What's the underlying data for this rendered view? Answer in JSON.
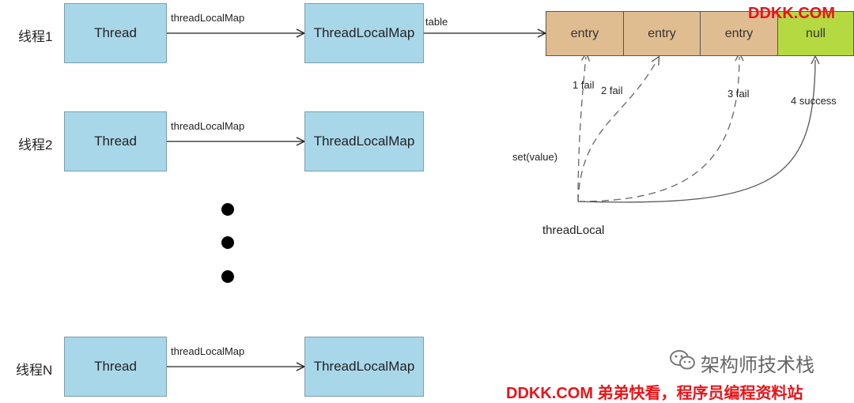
{
  "rows": [
    {
      "label": "线程1",
      "thread": "Thread",
      "edge": "threadLocalMap",
      "map": "ThreadLocalMap"
    },
    {
      "label": "线程2",
      "thread": "Thread",
      "edge": "threadLocalMap",
      "map": "ThreadLocalMap"
    },
    {
      "label": "线程N",
      "thread": "Thread",
      "edge": "threadLocalMap",
      "map": "ThreadLocalMap"
    }
  ],
  "table_label": "table",
  "table_cells": [
    "entry",
    "entry",
    "entry",
    "null"
  ],
  "attempts": [
    "1 fail",
    "2 fail",
    "3 fail",
    "4 success"
  ],
  "set_label": "set(value)",
  "thread_local_label": "threadLocal",
  "watermark_top": "DDKK.COM",
  "watermark_bottom": "DDKK.COM 弟弟快看，程序员编程资料站",
  "wechat_text": "架构师技术栈",
  "wechat_icon": "wechat-icon",
  "colors": {
    "thread_box": "#a9d7ea",
    "entry": "#e0bd91",
    "null": "#b5d940",
    "watermark": "#e8141a"
  }
}
